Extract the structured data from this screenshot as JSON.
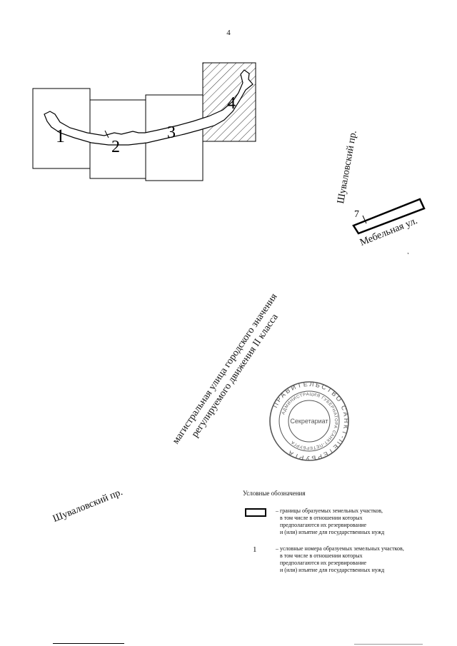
{
  "page_number": "4",
  "parcels": [
    {
      "number": "1"
    },
    {
      "number": "2"
    },
    {
      "number": "3"
    },
    {
      "number": "4"
    },
    {
      "number": "7"
    }
  ],
  "street_labels": {
    "shuvalovsky_right": "Шуваловский пр.",
    "mebelnaya": "Мебельная ул.",
    "shuvalovsky_bottom": "Шуваловский пр."
  },
  "road_class_label": {
    "line1": "магистральная улица городского значения",
    "line2": "регулируемого движения II класса"
  },
  "stamp": {
    "ring_text": "ПРАВИТЕЛЬСТВО САНКТ-ПЕТЕРБУРГА",
    "inner_text": "АДМИНИСТРАЦИЯ ГУБЕРНАТОРА САНКТ-ПЕТЕРБУРГА",
    "center_text": "Секретариат",
    "color": "#555555"
  },
  "legend": {
    "title": "Условные обозначения",
    "items": [
      {
        "symbol": "box",
        "lines": [
          "– границы образуемых земельных участков,",
          "в том числе в отношении которых",
          "предполагаются их резервирование",
          "и (или) изъятие для государственных нужд"
        ]
      },
      {
        "symbol": "1",
        "lines": [
          "– условные номера образуемых земельных участков,",
          "в том числе в отношении которых",
          "предполагаются их резервирование",
          "и (или) изъятие для государственных нужд"
        ]
      }
    ]
  }
}
